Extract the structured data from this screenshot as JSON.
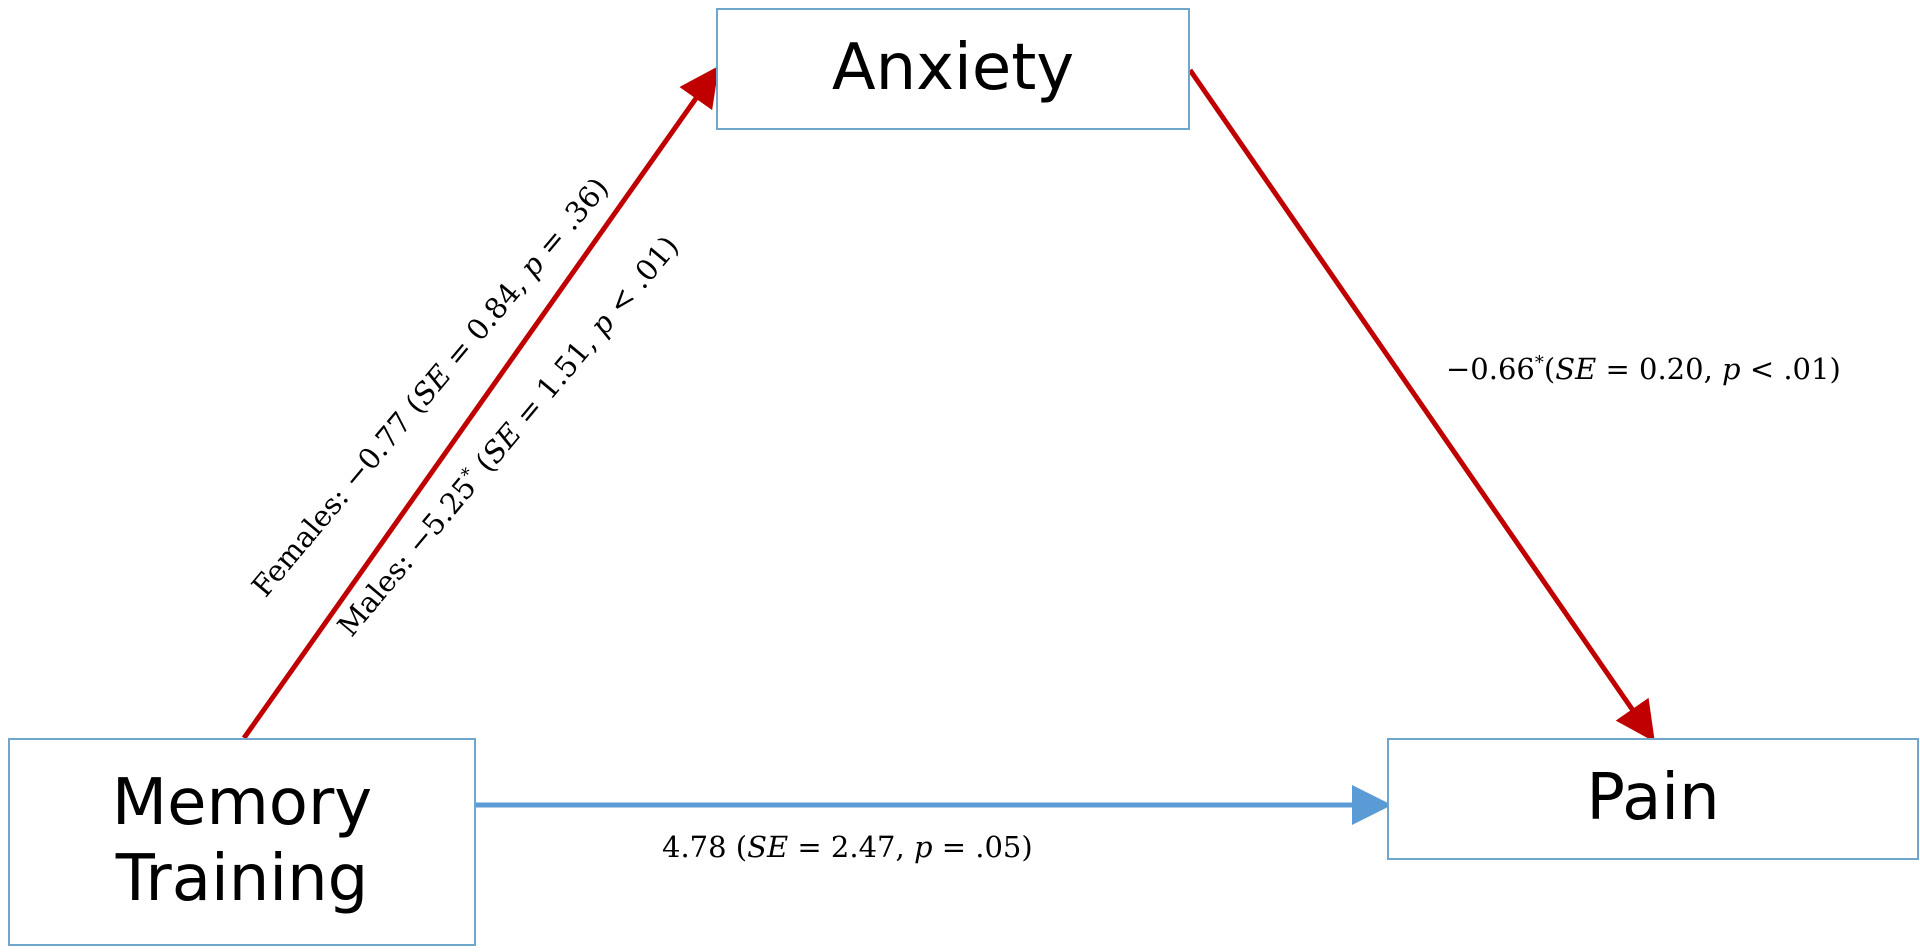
{
  "nodes": {
    "anxiety": {
      "label": "Anxiety"
    },
    "pain": {
      "label": "Pain"
    },
    "memory_training": {
      "line1": "Memory",
      "line2": "Training"
    }
  },
  "edges": {
    "memory_to_anxiety": {
      "color": "#c00000",
      "females": {
        "prefix": "Females:",
        "coef": "−0.77",
        "se_symbol": "SE",
        "se_value": "0.84",
        "p_symbol": "p",
        "p_relation": "=",
        "p_value": ".36"
      },
      "males": {
        "prefix": "Males:",
        "coef": "−5.25",
        "star": "*",
        "se_symbol": "SE",
        "se_value": "1.51",
        "p_symbol": "p",
        "p_relation": "<",
        "p_value": ".01"
      }
    },
    "anxiety_to_pain": {
      "color": "#c00000",
      "coef": "−0.66",
      "star": "*",
      "se_symbol": "SE",
      "se_value": "0.20",
      "p_symbol": "p",
      "p_relation": "<",
      "p_value": ".01"
    },
    "memory_to_pain": {
      "color": "#5b9bd5",
      "coef": "4.78",
      "se_symbol": "SE",
      "se_value": "2.47",
      "p_symbol": "p",
      "p_relation": "=",
      "p_value": ".05"
    }
  }
}
